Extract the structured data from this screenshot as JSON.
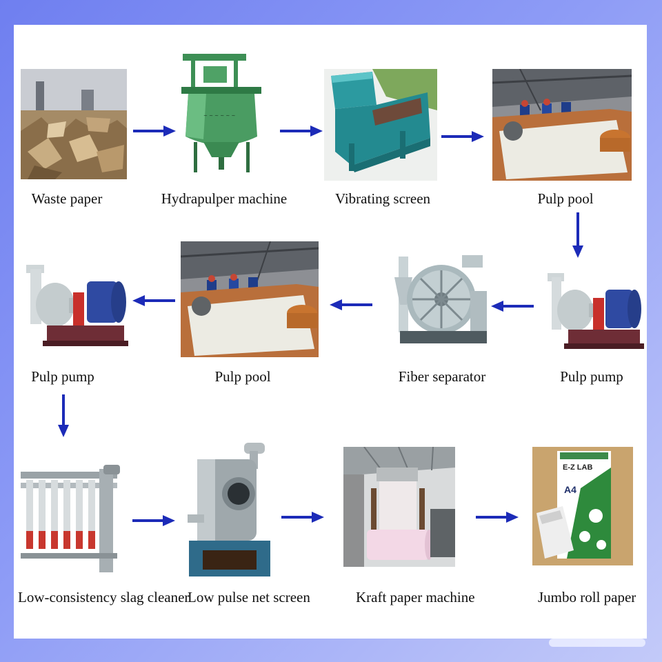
{
  "diagram": {
    "steps": [
      {
        "label": "Waste paper",
        "icon": "waste-paper-photo"
      },
      {
        "label": "Hydrapulper machine",
        "icon": "hydrapulper-machine-photo"
      },
      {
        "label": "Vibrating screen",
        "icon": "vibrating-screen-photo"
      },
      {
        "label": "Pulp pool",
        "icon": "pulp-pool-photo"
      },
      {
        "label": "Pulp pump",
        "icon": "pulp-pump-photo"
      },
      {
        "label": "Fiber separator",
        "icon": "fiber-separator-photo"
      },
      {
        "label": "Pulp pool",
        "icon": "pulp-pool-photo"
      },
      {
        "label": "Pulp pump",
        "icon": "pulp-pump-photo"
      },
      {
        "label": "Low-consistency slag cleaner",
        "icon": "slag-cleaner-photo"
      },
      {
        "label": "Low pulse net screen",
        "icon": "pulse-net-screen-photo"
      },
      {
        "label": "Kraft paper machine",
        "icon": "kraft-paper-machine-photo"
      },
      {
        "label": "Jumbo roll paper",
        "icon": "jumbo-roll-paper-photo"
      }
    ],
    "arrow_color": "#1c2bb8",
    "product_package": {
      "brand": "E-Z LAB",
      "mark": "A4"
    }
  }
}
